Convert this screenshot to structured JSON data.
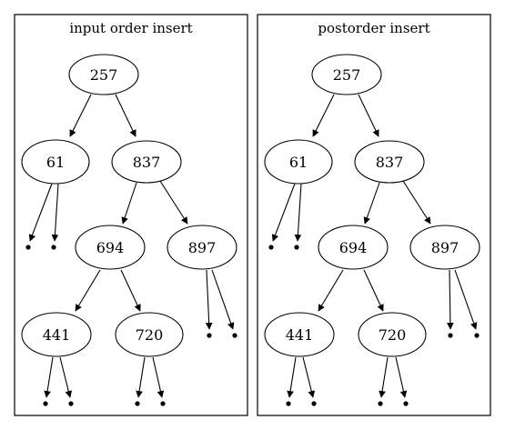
{
  "panels": [
    {
      "title": "input order insert",
      "nodes": {
        "n257": "257",
        "n61": "61",
        "n837": "837",
        "n694": "694",
        "n897": "897",
        "n441": "441",
        "n720": "720"
      }
    },
    {
      "title": "postorder insert",
      "nodes": {
        "n257": "257",
        "n61": "61",
        "n837": "837",
        "n694": "694",
        "n897": "897",
        "n441": "441",
        "n720": "720"
      }
    }
  ]
}
